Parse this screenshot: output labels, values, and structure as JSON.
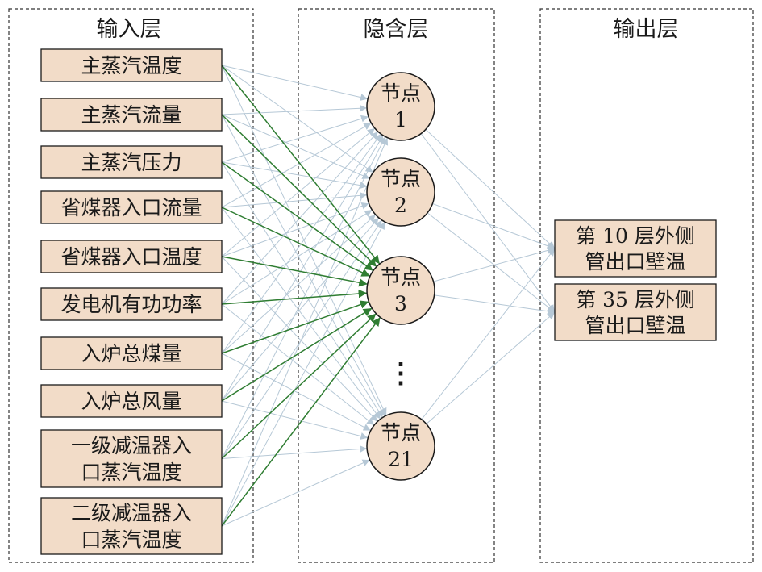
{
  "layers": {
    "input_title": "输入层",
    "hidden_title": "隐含层",
    "output_title": "输出层"
  },
  "inputs": [
    {
      "lines": [
        "主蒸汽温度"
      ]
    },
    {
      "lines": [
        "主蒸汽流量"
      ]
    },
    {
      "lines": [
        "主蒸汽压力"
      ]
    },
    {
      "lines": [
        "省煤器入口流量"
      ]
    },
    {
      "lines": [
        "省煤器入口温度"
      ]
    },
    {
      "lines": [
        "发电机有功功率"
      ]
    },
    {
      "lines": [
        "入炉总煤量"
      ]
    },
    {
      "lines": [
        "入炉总风量"
      ]
    },
    {
      "lines": [
        "一级减温器入",
        "口蒸汽温度"
      ]
    },
    {
      "lines": [
        "二级减温器入",
        "口蒸汽温度"
      ]
    }
  ],
  "hidden_nodes": [
    {
      "lines": [
        "节点",
        "1"
      ]
    },
    {
      "lines": [
        "节点",
        "2"
      ]
    },
    {
      "lines": [
        "节点",
        "3"
      ]
    },
    {
      "lines": [
        "节点",
        "21"
      ]
    }
  ],
  "hidden_ellipsis": "⋮",
  "outputs": [
    {
      "lines": [
        "第 10 层外侧",
        "管出口壁温"
      ]
    },
    {
      "lines": [
        "第 35 层外侧",
        "管出口壁温"
      ]
    }
  ],
  "highlighted_node_index": 2,
  "colors": {
    "box_fill": "#f2dcc8",
    "edge_light": "#b6c8d6",
    "edge_highlight": "#2f7d32"
  }
}
